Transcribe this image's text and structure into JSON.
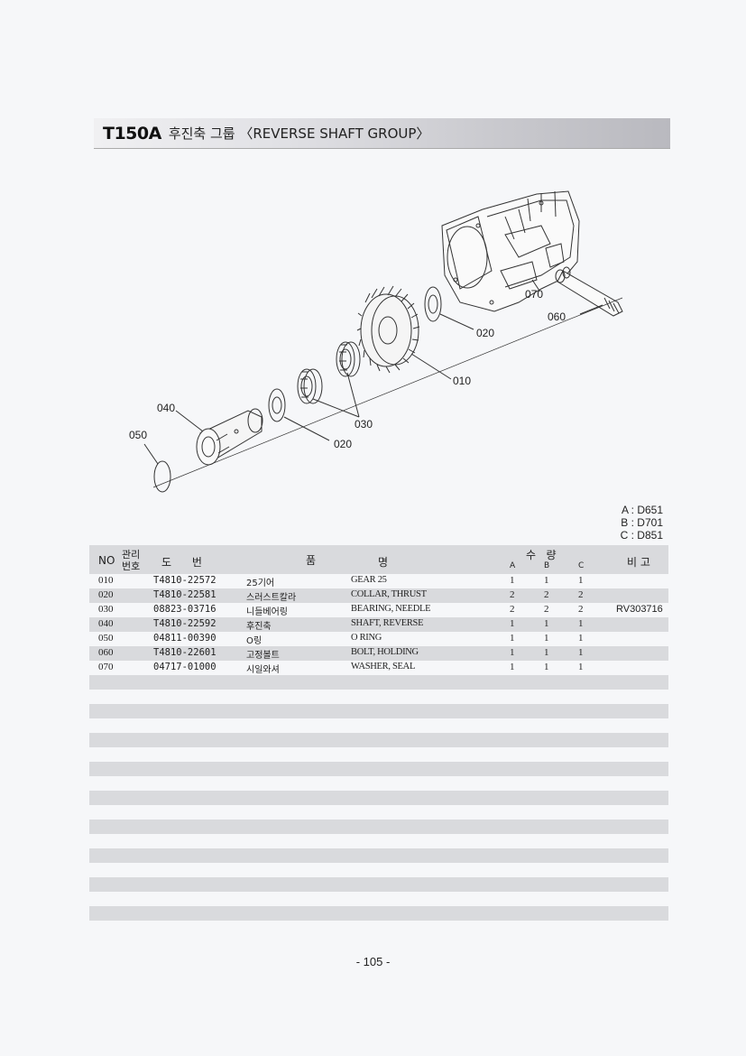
{
  "title": {
    "model": "T150A",
    "name": "후진축 그룹 〈REVERSE SHAFT  GROUP〉"
  },
  "diagram": {
    "callouts": [
      "070",
      "060",
      "020",
      "010",
      "040",
      "030",
      "050",
      "020"
    ]
  },
  "variants": [
    "A : D651",
    "B : D701",
    "C : D851"
  ],
  "table": {
    "headers": {
      "no": "NO",
      "mgmt_top": "관리",
      "mgmt_bottom": "번호",
      "part_no": "도      번",
      "name_1": "품",
      "name_2": "명",
      "qty": "수   량",
      "qty_a": "A",
      "qty_b": "B",
      "qty_c": "C",
      "note": "비 고"
    },
    "rows": [
      {
        "no": "010",
        "part": "T4810-22572",
        "kr": "25기어",
        "en": "GEAR 25",
        "a": "1",
        "b": "1",
        "c": "1",
        "note": ""
      },
      {
        "no": "020",
        "part": "T4810-22581",
        "kr": "스러스트칼라",
        "en": "COLLAR, THRUST",
        "a": "2",
        "b": "2",
        "c": "2",
        "note": ""
      },
      {
        "no": "030",
        "part": "08823-03716",
        "kr": "니들베어링",
        "en": "BEARING, NEEDLE",
        "a": "2",
        "b": "2",
        "c": "2",
        "note": "RV303716"
      },
      {
        "no": "040",
        "part": "T4810-22592",
        "kr": "후진축",
        "en": "SHAFT, REVERSE",
        "a": "1",
        "b": "1",
        "c": "1",
        "note": ""
      },
      {
        "no": "050",
        "part": "04811-00390",
        "kr": "O링",
        "en": "O RING",
        "a": "1",
        "b": "1",
        "c": "1",
        "note": ""
      },
      {
        "no": "060",
        "part": "T4810-22601",
        "kr": "고정볼트",
        "en": "BOLT, HOLDING",
        "a": "1",
        "b": "1",
        "c": "1",
        "note": ""
      },
      {
        "no": "070",
        "part": "04717-01000",
        "kr": "시일와셔",
        "en": "WASHER, SEAL",
        "a": "1",
        "b": "1",
        "c": "1",
        "note": ""
      }
    ]
  },
  "page_number": "- 105 -"
}
